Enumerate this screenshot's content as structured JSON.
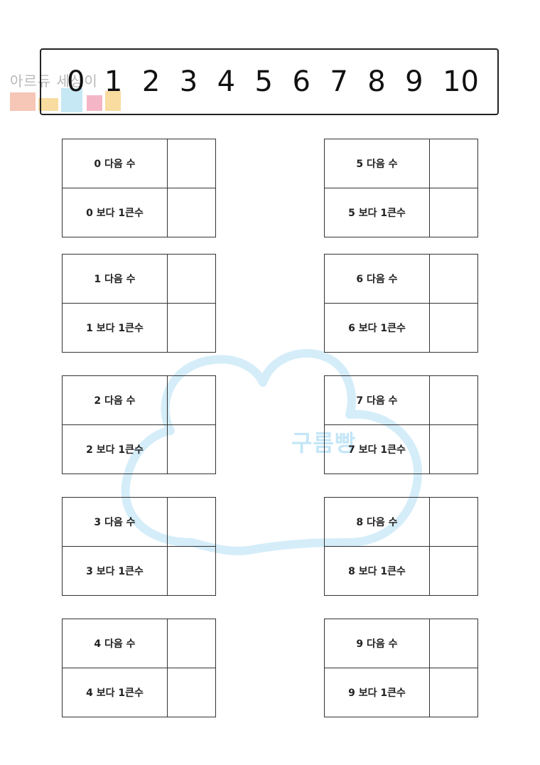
{
  "logo": {
    "text": "아르듀 세상이",
    "block_colors": [
      "#f6c6b6",
      "#c6e8f4",
      "#f8dca0",
      "#f4b6c6"
    ]
  },
  "watermark": {
    "text": "구름빵",
    "color": "#c4e6f7"
  },
  "number_line": {
    "numbers": [
      "0",
      "1",
      "2",
      "3",
      "4",
      "5",
      "6",
      "7",
      "8",
      "9",
      "10"
    ]
  },
  "worksheet": {
    "cards": [
      {
        "next_label": "0 다음 수",
        "plus_one_label": "0 보다 1큰수"
      },
      {
        "next_label": "1 다음 수",
        "plus_one_label": "1 보다 1큰수"
      },
      {
        "next_label": "2 다음 수",
        "plus_one_label": "2 보다 1큰수"
      },
      {
        "next_label": "3 다음 수",
        "plus_one_label": "3 보다 1큰수"
      },
      {
        "next_label": "4 다음 수",
        "plus_one_label": "4 보다 1큰수"
      },
      {
        "next_label": "5 다음 수",
        "plus_one_label": "5 보다 1큰수"
      },
      {
        "next_label": "6 다음 수",
        "plus_one_label": "6 보다 1큰수"
      },
      {
        "next_label": "7 다음 수",
        "plus_one_label": "7 보다 1큰수"
      },
      {
        "next_label": "8 다음 수",
        "plus_one_label": "8 보다 1큰수"
      },
      {
        "next_label": "9 다음 수",
        "plus_one_label": "9 보다 1큰수"
      }
    ]
  }
}
